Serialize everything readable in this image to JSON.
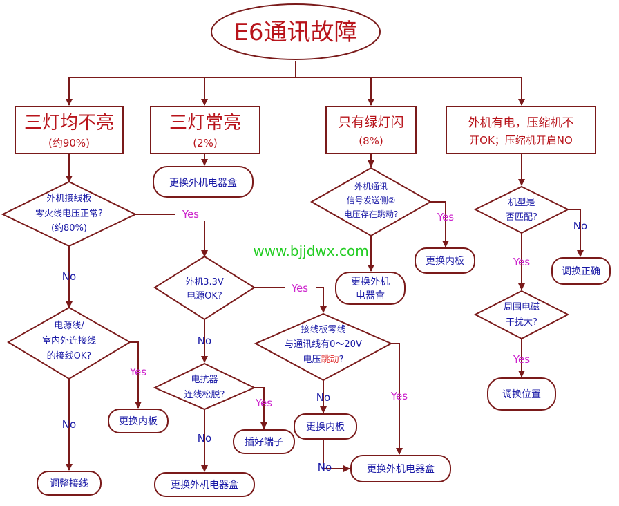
{
  "title": "E6通讯故障",
  "watermark": "www.bjjdwx.com",
  "columns": [
    {
      "line1": "三灯均不亮",
      "line2": "(约90%)"
    },
    {
      "line1": "三灯常亮",
      "line2": "(2%)"
    },
    {
      "line1": "只有绿灯闪",
      "line2": "(8%)"
    },
    {
      "line1": "外机有电，压缩机不",
      "line2": "开OK；压缩机开启NO"
    }
  ],
  "col1": {
    "q1": {
      "l1": "外机接线板",
      "l2": "零火线电压正常?",
      "l3": "(约80%)"
    },
    "q2": {
      "l1": "电源线/",
      "l2": "室内外连接线",
      "l3": "的接线OK?"
    },
    "a_change_inner": "更换内板",
    "a_adjust": "调整接线"
  },
  "col2": {
    "a_change_box": "更换外机电器盒",
    "q_power": {
      "l1": "外机3.3V",
      "l2": "电源OK?"
    },
    "q_resistor": {
      "l1": "电抗器",
      "l2": "连线松脱?"
    },
    "a_plug": "插好端子",
    "a_change_box2": "更换外机电器盒",
    "q_terminal": {
      "l1": "接线板零线",
      "l2": "与通讯线有0～20V",
      "l3a": "电压",
      "l3b": "跳动",
      "l3c": "?"
    },
    "a_change_inner": "更换内板",
    "a_change_box3": "更换外机电器盒"
  },
  "col3": {
    "q": {
      "l1": "外机通讯",
      "l2": "信号发送侧②",
      "l3": "电压存在跳动?"
    },
    "a_change_inner": "更换内板",
    "a_change_box": {
      "l1": "更换外机",
      "l2": "电器盒"
    }
  },
  "col4": {
    "q_model": {
      "l1": "机型是",
      "l2": "否匹配?"
    },
    "a_replace": "调换正确",
    "q_interf": {
      "l1": "周围电磁",
      "l2": "干扰大?"
    },
    "a_position": "调换位置"
  },
  "labels": {
    "yes": "Yes",
    "no": "No"
  },
  "colors": {
    "title_red": "#b8141b",
    "text_blue": "#1a1aa6",
    "yes_magenta": "#cc22cc",
    "watermark_green": "#22cc22"
  }
}
